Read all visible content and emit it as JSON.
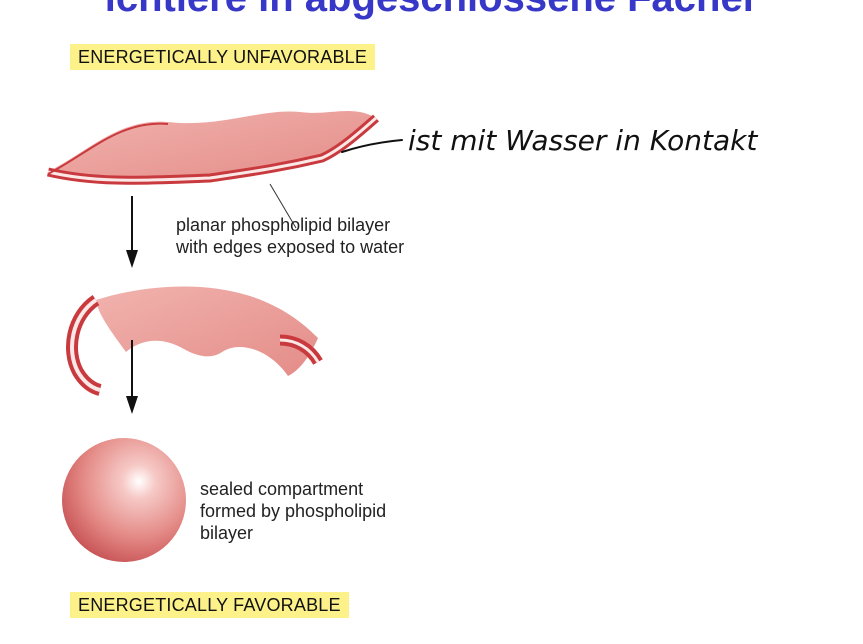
{
  "slide": {
    "title": "ichtiere in abgeschlossene Fächer",
    "top_label": "ENERGETICALLY UNFAVORABLE",
    "bottom_label": "ENERGETICALLY FAVORABLE"
  },
  "diagram": {
    "step1_caption": [
      "planar phospholipid bilayer",
      "with edges exposed to water"
    ],
    "step3_caption": [
      "sealed compartment",
      "formed by phospholipid",
      "bilayer"
    ],
    "handwritten_note": "ist mit Wasser in Kontakt"
  },
  "colors": {
    "title": "#3737c8",
    "label_bg": "#fdf28a",
    "membrane": "#e8928f",
    "membrane_edge": "#c93a3f"
  }
}
